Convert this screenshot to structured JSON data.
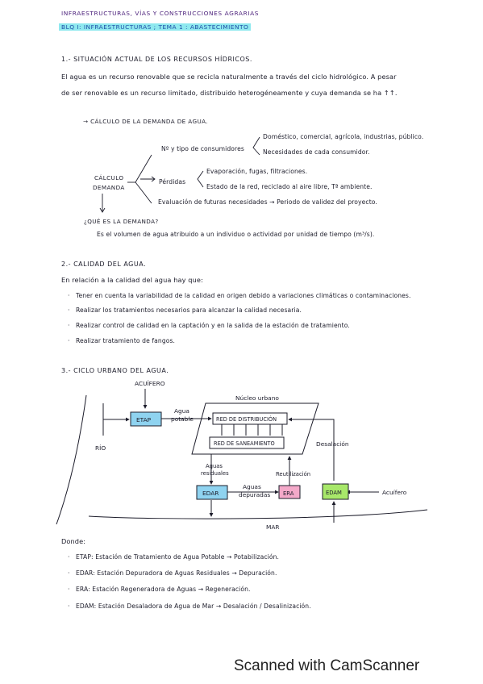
{
  "header": {
    "title": "INFRAESTRUCTURAS, VÍAS Y CONSTRUCCIONES AGRARIAS",
    "subtitle": "BLQ I: INFRAESTRUCTURAS ; TEMA 1 : ABASTECIMIENTO"
  },
  "section1": {
    "heading": "1.- SITUACIÓN ACTUAL DE LOS RECURSOS HÍDRICOS.",
    "p1": "El agua es un recurso renovable que se recicla naturalmente a través del ciclo hidrológico. A pesar",
    "p2": "de ser renovable es un recurso limitado, distribuido heterogéneamente y cuya demanda se ha ↑↑.",
    "calc_heading": "→ CÁLCULO DE LA DEMANDA DE AGUA.",
    "demand_label_1": "CÁLCULO",
    "demand_label_2": "DEMANDA",
    "branch1": "Nº y tipo de consumidores",
    "branch1_a": "Doméstico, comercial, agrícola, industrias, público.",
    "branch1_b": "Necesidades de cada consumidor.",
    "branch2": "Pérdidas",
    "branch2_a": "Evaporación, fugas, filtraciones.",
    "branch2_b": "Estado de la red, reciclado al aire libre, Tª ambiente.",
    "branch3": "Evaluación de futuras necesidades → Periodo de validez del proyecto.",
    "question": "¿QUÉ ES LA DEMANDA?",
    "answer": "Es el volumen de agua atribuido a un individuo o actividad por unidad de tiempo (m³/s)."
  },
  "section2": {
    "heading": "2.- CALIDAD DEL AGUA.",
    "intro": "En relación a la calidad del agua hay que:",
    "bullets": [
      "Tener en cuenta la variabilidad de la calidad en origen debido a variaciones climáticas o contaminaciones.",
      "Realizar los tratamientos necesarios para alcanzar la calidad necesaria.",
      "Realizar control de calidad en la captación y en la salida de la estación de tratamiento.",
      "Realizar tratamiento de fangos."
    ]
  },
  "section3": {
    "heading": "3.- CICLO URBANO DEL AGUA.",
    "diagram": {
      "acuifero_top": "ACUÍFERO",
      "nucleo": "Núcleo urbano",
      "etap": "ETAP",
      "agua_potable_1": "Agua",
      "agua_potable_2": "potable",
      "red_distribucion": "RED DE DISTRIBUCIÓN",
      "red_saneamiento": "RED DE SANEAMIENTO",
      "rio": "RÍO",
      "desalacion": "Desalación",
      "aguas_residuales_1": "Aguas",
      "aguas_residuales_2": "residuales",
      "reutilizacion": "Reutilización",
      "edar": "EDAR",
      "aguas_depuradas_1": "Aguas",
      "aguas_depuradas_2": "depuradas",
      "era": "ERA",
      "edam": "EDAM",
      "acuifero_right": "Acuífero",
      "mar": "MAR"
    },
    "donde": "Donde:",
    "legend": [
      "ETAP: Estación de Tratamiento de Agua Potable → Potabilización.",
      "EDAR: Estación Depuradora de Aguas Residuales → Depuración.",
      "ERA: Estación Regeneradora de Aguas → Regeneración.",
      "EDAM: Estación Desaladora de Agua de Mar → Desalación / Desalinización."
    ],
    "colors": {
      "etap": "#8fd3f0",
      "edar": "#8fd3f0",
      "era": "#f4a9c9",
      "edam": "#a8e86a"
    }
  },
  "footer": {
    "watermark": "Scanned with CamScanner"
  }
}
